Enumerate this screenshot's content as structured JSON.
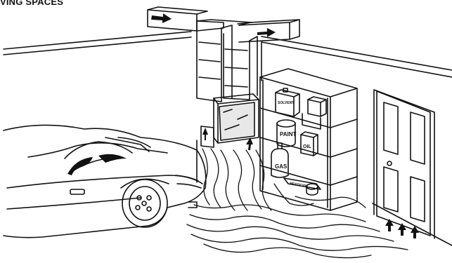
{
  "heading": "VING SPACES",
  "labels": {
    "paint": "PAINT",
    "oil": "OIL",
    "gas": "GAS",
    "pesticide": "PESTICIDE",
    "solvent_can": "SOLVENT"
  },
  "colors": {
    "line": "#111111",
    "background": "#ffffff",
    "glass": "#e8e8e8"
  }
}
